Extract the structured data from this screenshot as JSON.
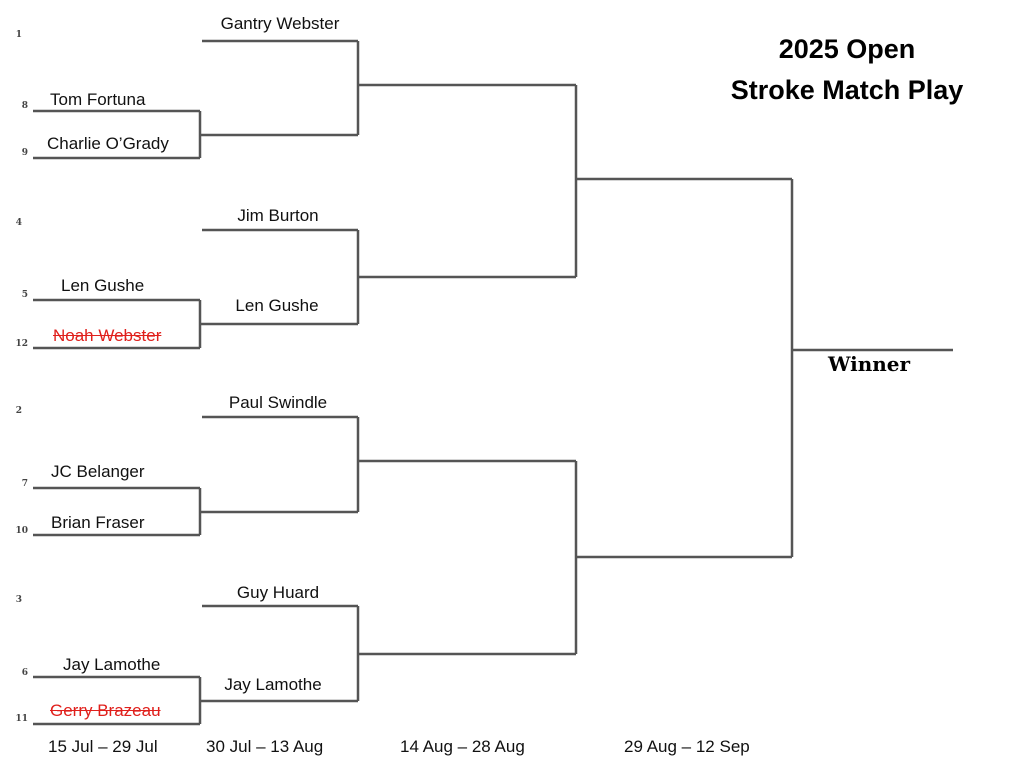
{
  "title": {
    "line1": "2025 Open",
    "line2": "Stroke Match Play"
  },
  "winner_label": "Winner",
  "round1": [
    {
      "seed": "8",
      "name": "Tom Fortuna",
      "eliminated": false
    },
    {
      "seed": "9",
      "name": "Charlie O’Grady",
      "eliminated": false
    },
    {
      "seed": "5",
      "name": "Len Gushe",
      "eliminated": false
    },
    {
      "seed": "12",
      "name": "Noah Webster",
      "eliminated": true
    },
    {
      "seed": "7",
      "name": "JC Belanger",
      "eliminated": false
    },
    {
      "seed": "10",
      "name": "Brian Fraser",
      "eliminated": false
    },
    {
      "seed": "6",
      "name": "Jay Lamothe",
      "eliminated": false
    },
    {
      "seed": "11",
      "name": "Gerry Brazeau",
      "eliminated": true
    }
  ],
  "round2": [
    {
      "seed": "1",
      "name": "Gantry Webster"
    },
    {
      "seed": "4",
      "name": "Jim Burton"
    },
    {
      "name": "Len Gushe"
    },
    {
      "seed": "2",
      "name": "Paul Swindle"
    },
    {
      "seed": "3",
      "name": "Guy Huard"
    },
    {
      "name": "Jay Lamothe"
    }
  ],
  "dates": [
    "15 Jul –  29 Jul",
    "30 Jul –  13 Aug",
    "14 Aug –  28 Aug",
    "29 Aug –  12 Sep"
  ],
  "colors": {
    "line": "#555555",
    "eliminated": "#e0201c"
  }
}
